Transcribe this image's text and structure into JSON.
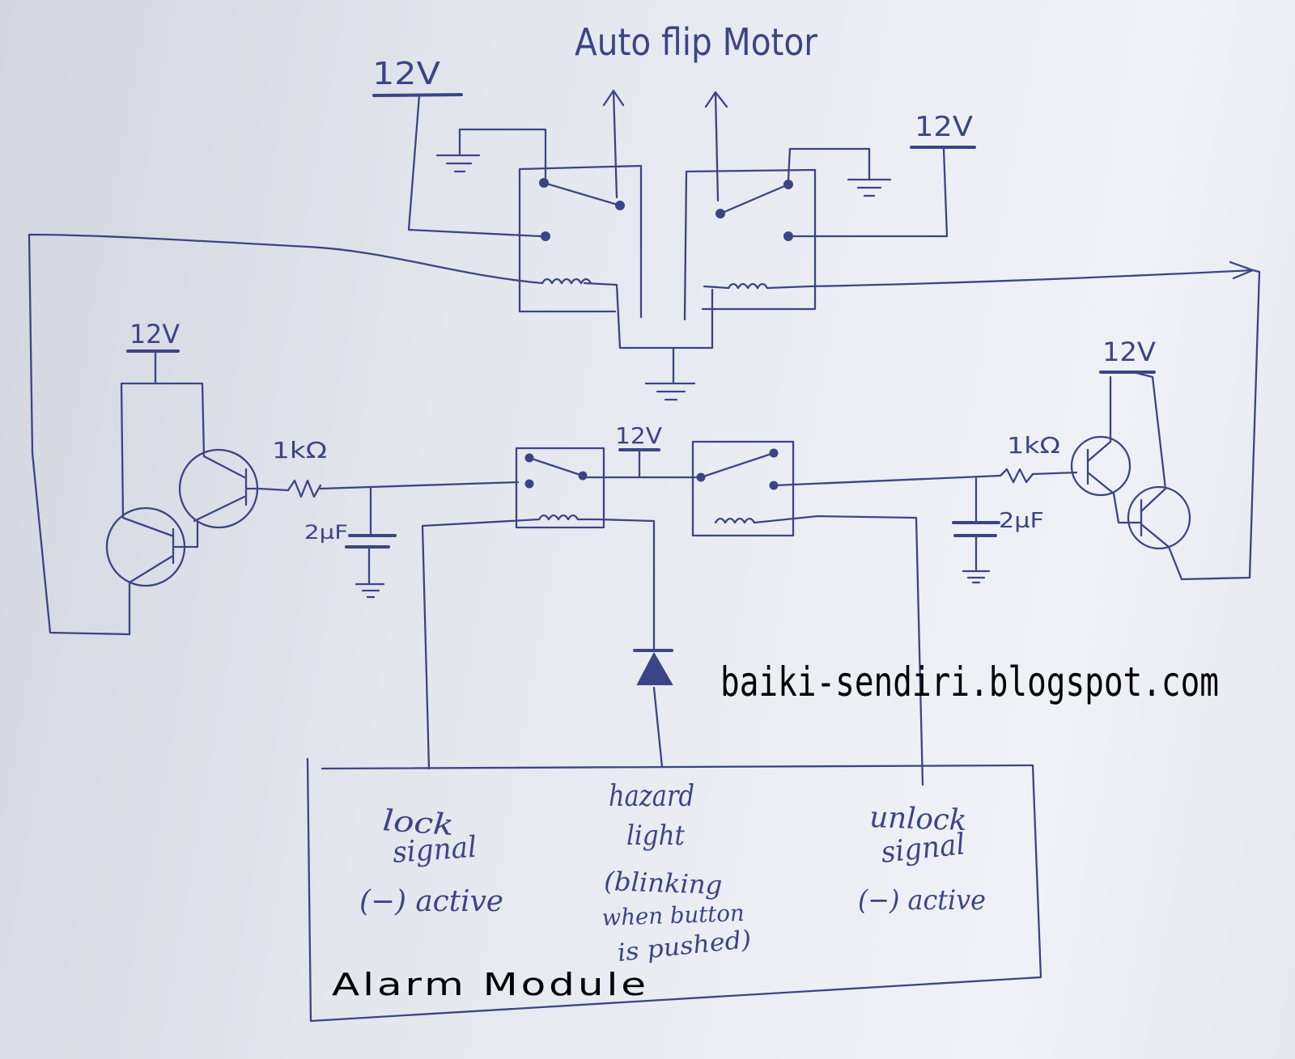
{
  "diagram": {
    "title": "Auto flip Motor",
    "supply_labels": [
      "12V",
      "12V",
      "12V",
      "12V",
      "12V"
    ],
    "resistor_labels": [
      "1kΩ",
      "1kΩ"
    ],
    "capacitor_labels": [
      "2µF",
      "2µF"
    ],
    "watermark": "baiki-sendiri.blogspot.com",
    "module": {
      "title": "Alarm Module",
      "lock_signal": [
        "lock",
        "signal",
        "(−) active"
      ],
      "hazard_light": [
        "hazard",
        "light",
        "(blinking",
        "when button",
        "is pushed)"
      ],
      "unlock_signal": [
        "unlock",
        "signal",
        "(−) active"
      ]
    },
    "colors": {
      "ink": "#3b4585",
      "paper": "#e4e6ee",
      "print": "#000000"
    }
  }
}
